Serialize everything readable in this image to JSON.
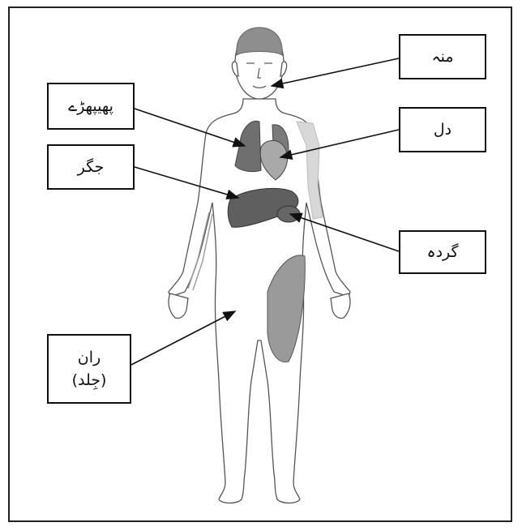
{
  "labels": {
    "mouth": "منہ",
    "lungs": "پھیپھڑے",
    "heart": "دل",
    "liver": "جگر",
    "kidney": "گردہ",
    "thigh": "ران",
    "skin": "(جِلد)"
  }
}
